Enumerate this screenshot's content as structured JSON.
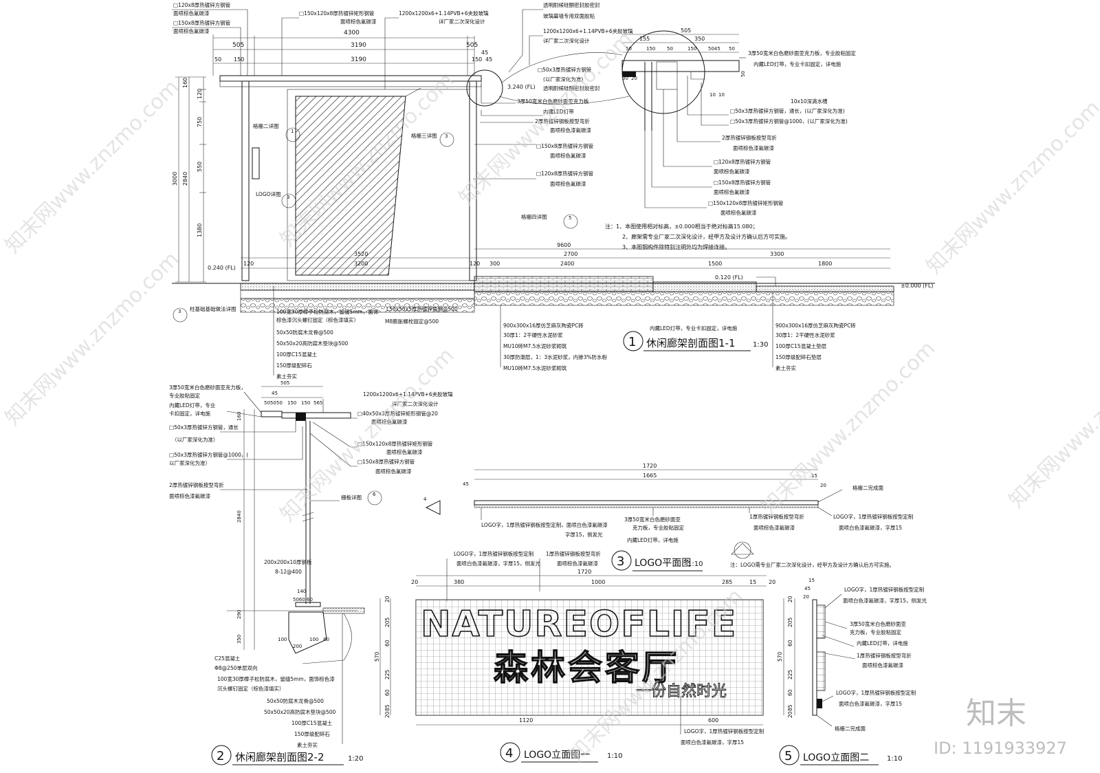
{
  "notes": {
    "n1": "注：1、本图使用相对标高，±0.000相当于绝对标高15.080；",
    "n2": "2、廊架需专业厂家二次深化设计，经甲方及设计方确认后方可实施。",
    "n3": "3、本图钢构件除特别注明外均为焊接连接。"
  },
  "titles": {
    "s1_num": "1",
    "s1_title": "休闲廊架剖面图1-1",
    "s1_scale": "1:30",
    "s2_num": "2",
    "s2_title": "休闲廊架剖面图2-2",
    "s2_scale": "1:20",
    "s3_num": "3",
    "s3_title": "LOGO平面图",
    "s3_scale": "1:10",
    "s4_num": "4",
    "s4_title": "LOGO立面图一",
    "s4_scale": "1:10",
    "s5_num": "5",
    "s5_title": "LOGO立面图二",
    "s5_scale": "1:10"
  },
  "logo": {
    "line1": "NATUREOFLIFE",
    "line2": "森林会客厅",
    "line3": "一份自然时光",
    "note": "注：LOGO需专业厂家二次深化设计，经甲方及设计方确认后方可实施。"
  },
  "s1": {
    "top_dims": [
      "4300",
      "505",
      "3190",
      "3190",
      "505",
      "45",
      "50",
      "150",
      "150",
      "45"
    ],
    "left_dims": [
      "3000",
      "2840",
      "160",
      "120",
      "750",
      "550",
      "1380"
    ],
    "bot_dims": [
      "3520",
      "120",
      "3200",
      "9600",
      "2700",
      "120",
      "300",
      "2400",
      "1500",
      "3300",
      "1800"
    ],
    "levels": [
      "3.240 (FL)",
      "0.240 (FL)",
      "0.120 (FL)",
      "±0.000 (FL)"
    ],
    "callouts_top": [
      "□120x8厚热镀锌方钢管",
      "面喷棕色氟碳漆",
      "□150x8厚热镀锌方钢管",
      "面喷棕色氟碳漆",
      "□150x120x8厚热镀锌矩形钢管",
      "面喷棕色氟碳漆",
      "1200x1200x6+1.14PVB+6夹胶玻璃",
      "详厂家二次深化设计",
      "透明耐候硅酮密封胶密封",
      "玻璃幕墙专用双面胶贴",
      "1200x1200x6+1.14PVB+6夹胶玻璃",
      "详厂家二次深化设计"
    ],
    "callouts_mid": [
      "□50x3厚热镀锌方钢管",
      "(以厂家深化为准)",
      "透明耐候硅酮密封胶密封",
      "3厚50宽米白色磨砂面亚克力板",
      "内藏LED灯带",
      "2厚热镀锌钢板按型弯折",
      "面喷棕色漆氟碳漆",
      "□150x8厚热镀锌方钢管",
      "面喷棕色氟碳漆",
      "□120x8厚热镀锌方钢管",
      "面喷棕色氟碳漆"
    ],
    "callouts_right": [
      "3厚50宽米白色磨砂面亚克力板，专业胶粘固定",
      "内藏LED灯带，专业卡扣固定，详电施",
      "10x10深滴水槽",
      "□50x3厚热镀锌方钢管，通长，(以厂家深化为准)",
      "□50x3厚热镀锌方钢管@1000，(以厂家深化为准)",
      "2厚热镀锌钢板按型弯折",
      "面喷棕色漆氟碳漆",
      "□120x8厚热镀锌方钢管",
      "面喷棕色氟碳漆",
      "□150x8厚热镀锌方钢管",
      "面喷棕色氟碳漆",
      "□150x120x8厚热镀锌矩形钢管",
      "面喷棕色氟碳漆"
    ],
    "detail_dims": [
      "505",
      "155",
      "350",
      "50",
      "150",
      "50",
      "150",
      "5045",
      "50",
      "50",
      "30",
      "20",
      "10",
      "10"
    ],
    "refs": {
      "r1": "格栅二详图",
      "r1n": "1",
      "r2": "格栅三详图",
      "r2n": "3",
      "r3": "LOGO详图",
      "r3n": "3",
      "r4": "格栅四详图",
      "r4n": "5",
      "r5": "柱基础基础做法详图",
      "r5n": "3"
    },
    "base_left": [
      "100宽30厚樟子松防腐木，留缝5mm，面饰",
      "棕色漆沉头螺钉固定（棕色漆填实）",
      "50x50防腐木龙骨@500",
      "50x50x20高防腐木垫块@500",
      "100厚C15混凝土",
      "150厚级配碎石",
      "素土夯实"
    ],
    "base_mid_top": [
      "L50x50x5厚热镀锌角钢@500",
      "M8膨胀螺栓固定@500"
    ],
    "base_mid": [
      "900x300x16厚仿芝麻灰陶瓷PC砖",
      "30厚1：2干硬性水泥砂浆",
      "MU10砖M7.5水泥砂浆砌筑",
      "30厚防潮层，1：3水泥砂浆，内掺3%防水粉",
      "MU10砖M7.5水泥砂浆砌筑"
    ],
    "base_led": "内藏LED灯带，专业卡扣固定，详电施",
    "base_right": [
      "900x300x16厚仿芝麻灰陶瓷PC砖",
      "30厚1：2干硬性水泥砂浆",
      "100厚C15混凝土垫层",
      "150厚级配碎石垫层",
      "素土夯实"
    ]
  },
  "s2": {
    "callouts": [
      "3厚50宽米白色磨砂面亚克力板，",
      "专业胶粘固定",
      "内藏LED灯带，专业",
      "卡扣固定，详电施",
      "□50x3厚热镀锌方钢管，通长",
      "（以厂家深化为准）",
      "□50x3厚热镀锌方钢管@1000，(",
      "以厂家深化为准）",
      "2厚热镀锌钢板按型弯折",
      "面喷棕色漆氟碳漆"
    ],
    "right": [
      "1200x1200x6+1.14PVB+6夹胶玻璃",
      "详厂家二次深化设计",
      "□40x50x3厚热镀锌矩形钢管@20",
      "面喷棕色氟碳漆",
      "□150x120x8厚热镀锌矩形钢管",
      "面喷棕色氟碳漆",
      "□150x8厚热镀锌方钢管",
      "面喷棕色氟碳漆",
      "栅板详图"
    ],
    "ref6": "6",
    "dims": [
      "505",
      "45",
      "5050",
      "50",
      "150",
      "150",
      "565",
      "160",
      "2840",
      "140",
      "5060",
      "60",
      "290",
      "100",
      "350",
      "100",
      "80",
      "200"
    ],
    "plate": "200x200x10厚钢板",
    "plate2": "8-12@400",
    "base": [
      "C25混凝土",
      "Φ8@250单层双向",
      "100宽30厚樟子松防腐木，留缝5mm，面饰棕色漆",
      "沉头螺钉固定（棕色漆填实）",
      "50x50防腐木龙骨@500",
      "50x50x20高防腐木垫块@500",
      "100厚C15混凝土",
      "150厚级配碎石",
      "素土夯实"
    ]
  },
  "s3": {
    "dims": [
      "1720",
      "1665",
      "15",
      "20",
      "15",
      "20",
      "45"
    ],
    "label_r": "格栅二完成面",
    "callouts": [
      "LOGO字，1厚热镀锌钢板按型定制，面喷白色漆氟碳漆",
      "字厚15，侧发光",
      "3厚50宽米白色磨砂面亚",
      "克力板，专业胶粘固定",
      "内藏LED灯带，详电施",
      "1厚热镀锌钢板按型弯折",
      "面喷棕色漆氟碳漆",
      "LOGO字，1厚热镀锌钢板按型定制",
      "面喷白色漆氟碳漆，字厚15"
    ]
  },
  "s4": {
    "top_callouts": [
      "LOGO字，1厚热镀锌钢板按型定制",
      "面喷白色漆氟碳漆，字厚15，侧发光",
      "1厚热镀锌钢板按型弯折",
      "面喷棕色漆氟碳漆"
    ],
    "dims_top": [
      "1720",
      "20",
      "380",
      "1000",
      "285",
      "15",
      "20"
    ],
    "dims_left": [
      "20",
      "205",
      "60",
      "570",
      "225",
      "60",
      "85",
      "20"
    ],
    "dims_bot": [
      "1120",
      "600"
    ],
    "bot_callouts": [
      "LOGO字，1厚热镀锌钢板按型定制",
      "面喷白色漆氟碳漆，字厚15"
    ]
  },
  "s5": {
    "dims_top": [
      "15",
      "45",
      "20"
    ],
    "dims_left": [
      "20",
      "205",
      "60",
      "570",
      "225",
      "60",
      "85",
      "20"
    ],
    "callouts": [
      "LOGO字，1厚热镀锌钢板按型定制",
      "面喷白色漆氟碳漆，字厚15，侧发光",
      "3厚50宽米白色磨砂面亚",
      "克力板，专业胶粘固定",
      "内藏LED灯带，详电施",
      "1厚热镀锌钢板按型弯折",
      "面喷棕色漆氟碳漆",
      "LOGO字，1厚热镀锌钢板按型定制",
      "面喷白色漆氟碳漆，字厚15",
      "格栅二完成面"
    ]
  },
  "watermark": {
    "brand": "知末",
    "id": "ID: 1191933927",
    "site": "知末网www.znzmo.com"
  }
}
